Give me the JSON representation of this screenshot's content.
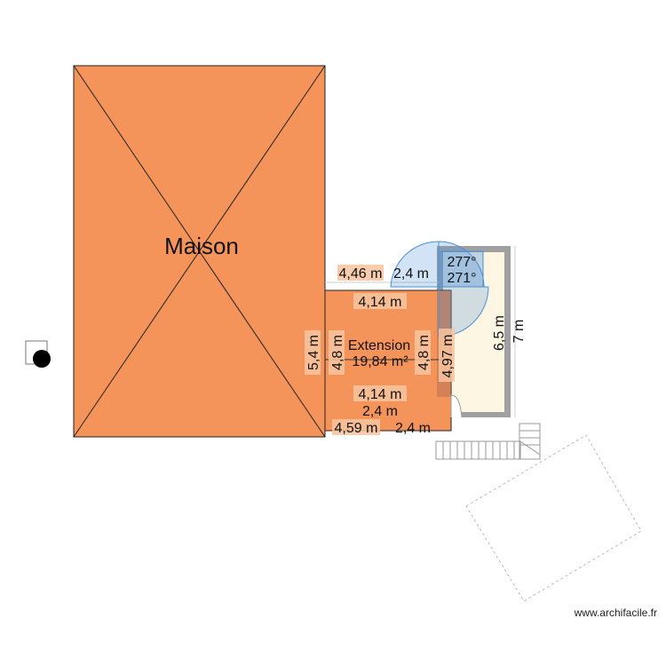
{
  "plan": {
    "rooms": [
      {
        "name": "Maison"
      },
      {
        "name": "Extension",
        "area": "19,84 m²"
      }
    ],
    "dimensions": {
      "ext_top_outer": "4,46 m",
      "ext_top_overlap": "2,4 m",
      "ext_top_inner": "4,14 m",
      "ext_left_outer": "5,4 m",
      "ext_left_inner": "4,8 m",
      "ext_right_inner": "4,8 m",
      "ext_right_outer": "4,97 m",
      "room_inner": "6,5 m",
      "room_outer": "7 m",
      "ext_bottom_inner": "4,14 m",
      "ext_bottom_overlap": "2,4 m",
      "ext_bottom_outer": "4,59 m",
      "ext_bottom_overlap2": "2,4 m"
    },
    "angles": [
      "277°",
      "271°"
    ],
    "colors": {
      "maison": "#f5945a",
      "room": "#fdf6e3",
      "wall": "#a0a0a0",
      "door_arc": "#4a90d9"
    }
  },
  "watermark": "www.archifacile.fr"
}
